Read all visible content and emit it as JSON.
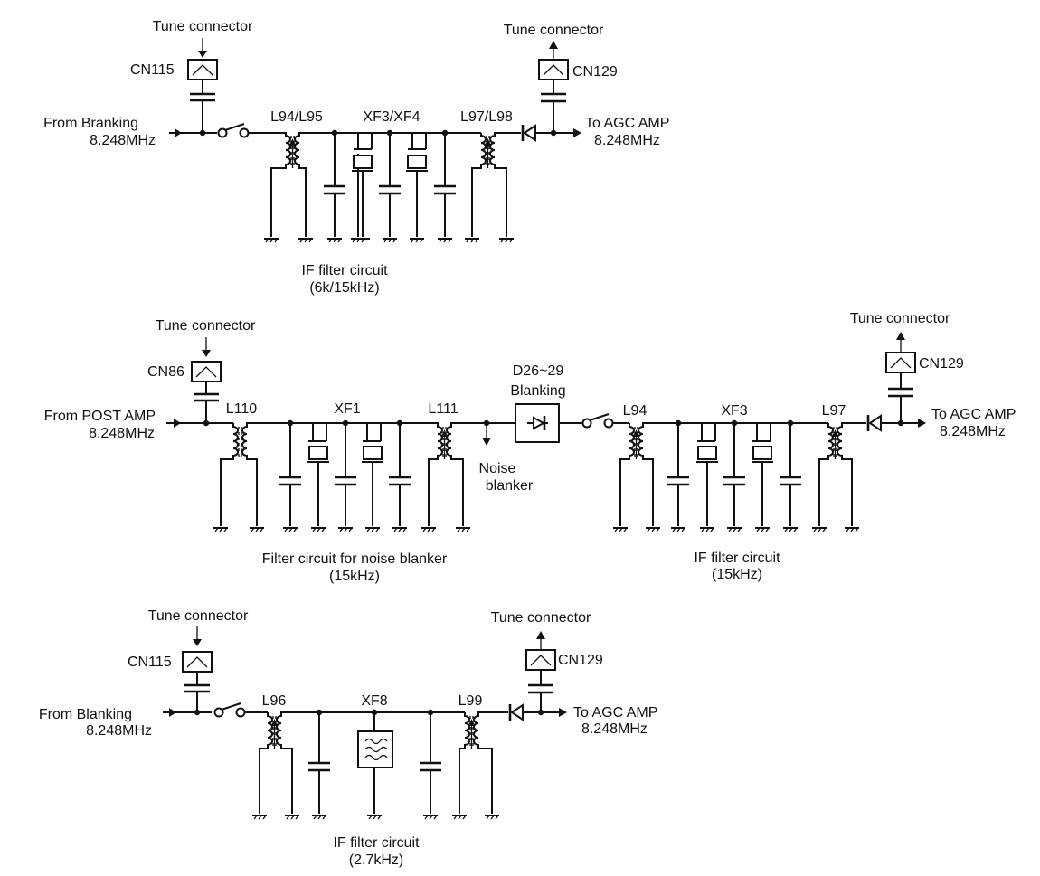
{
  "top": {
    "tune_in": "Tune connector",
    "tune_out": "Tune connector",
    "cn_in": "CN115",
    "cn_out": "CN129",
    "from_1": "From Branking",
    "from_2": "8.248MHz",
    "to_1": "To AGC AMP",
    "to_2": "8.248MHz",
    "coil_in": "L94/L95",
    "xtal": "XF3/XF4",
    "coil_out": "L97/L98",
    "title_1": "IF filter circuit",
    "title_2": "(6k/15kHz)"
  },
  "middle": {
    "tune_in": "Tune connector",
    "tune_out": "Tune connector",
    "cn_in": "CN86",
    "cn_out": "CN129",
    "from_1": "From POST AMP",
    "from_2": "8.248MHz",
    "to_1": "To AGC AMP",
    "to_2": "8.248MHz",
    "coil_a": "L110",
    "xtal_a": "XF1",
    "coil_b": "L111",
    "noise_1": "Noise",
    "noise_2": "blanker",
    "diode_1": "D26~29",
    "diode_2": "Blanking",
    "coil_c": "L94",
    "xtal_b": "XF3",
    "coil_d": "L97",
    "title_a1": "Filter circuit for noise blanker",
    "title_a2": "(15kHz)",
    "title_b1": "IF filter circuit",
    "title_b2": "(15kHz)"
  },
  "bottom": {
    "tune_in": "Tune connector",
    "tune_out": "Tune connector",
    "cn_in": "CN115",
    "cn_out": "CN129",
    "from_1": "From Blanking",
    "from_2": "8.248MHz",
    "to_1": "To AGC AMP",
    "to_2": "8.248MHz",
    "coil_in": "L96",
    "filter": "XF8",
    "coil_out": "L99",
    "title_1": "IF filter circuit",
    "title_2": "(2.7kHz)"
  }
}
